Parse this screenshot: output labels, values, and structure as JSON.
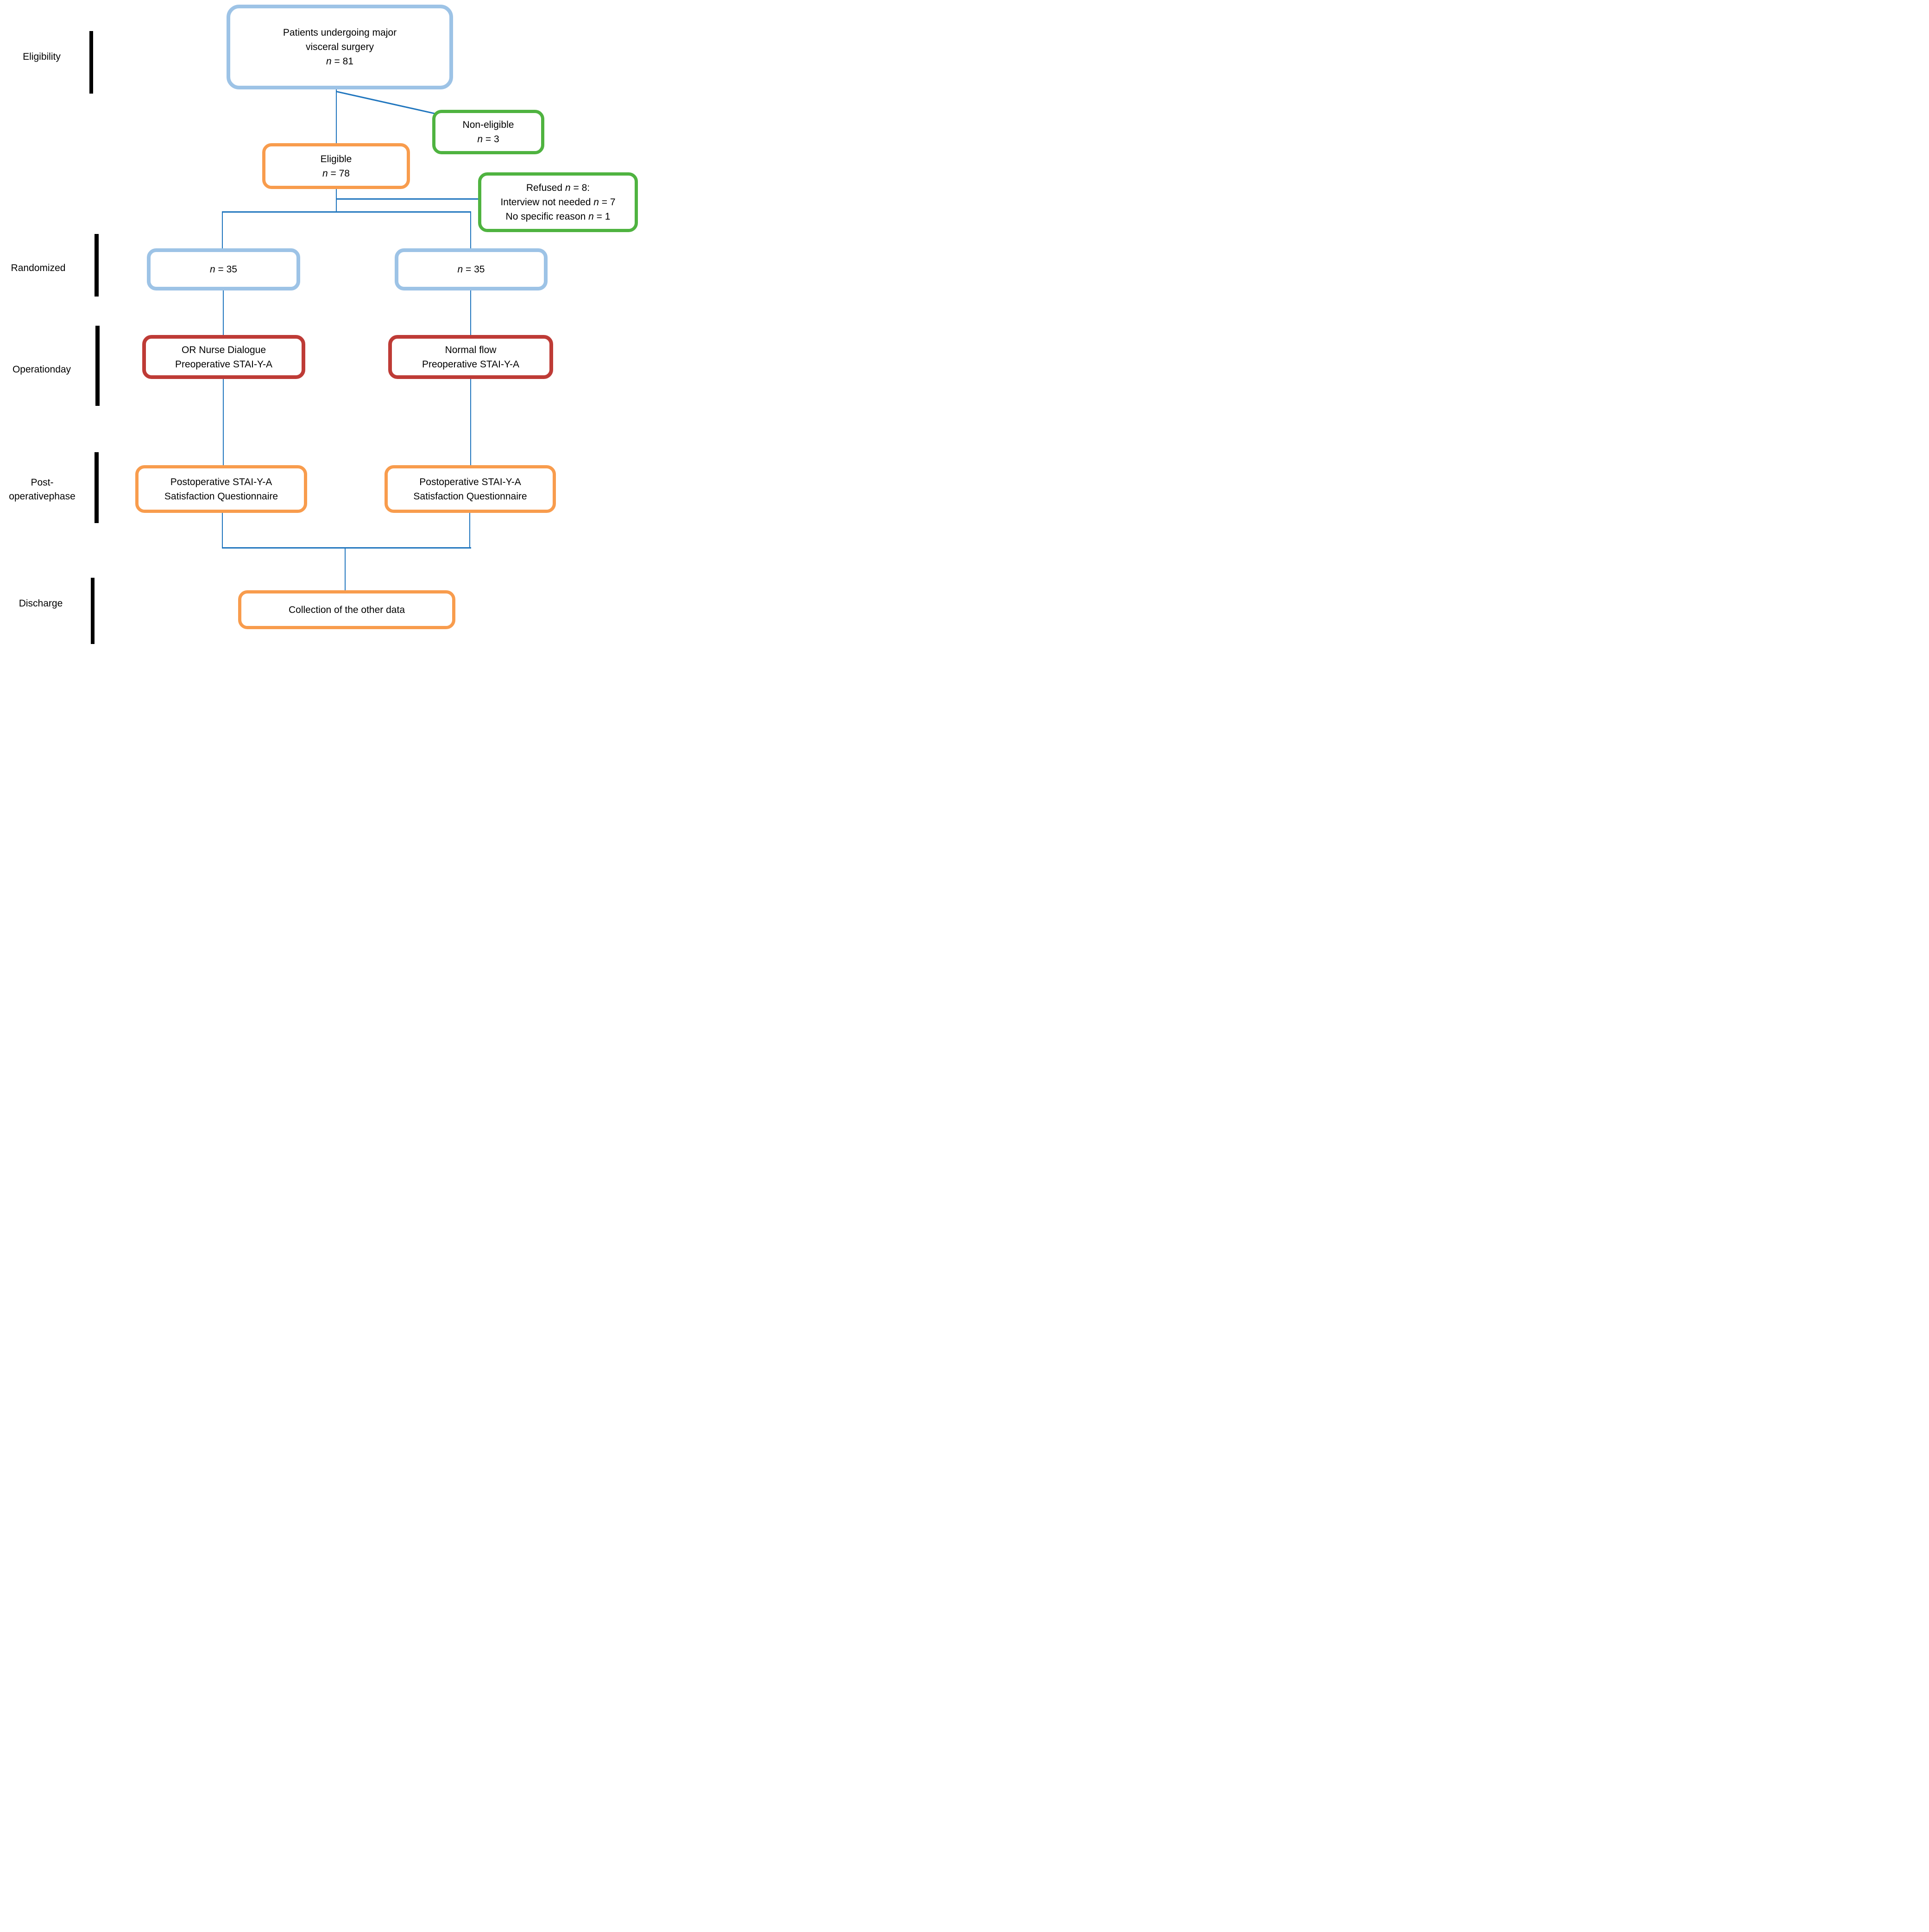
{
  "figure": {
    "title_semantic": "CONSORT-style patient flow diagram",
    "stage_labels": {
      "eligibility": {
        "lines": [
          "Eligibility"
        ]
      },
      "randomized": {
        "lines": [
          "Randomized"
        ]
      },
      "operation_day": {
        "lines": [
          "Operation",
          "day"
        ]
      },
      "postoperative_phase": {
        "lines": [
          "Post-",
          "operative",
          "phase"
        ]
      },
      "discharge": {
        "lines": [
          "Discharge"
        ]
      }
    },
    "boxes": {
      "patients": {
        "lines": [
          "Patients undergoing major",
          "visceral surgery",
          "n = 81"
        ],
        "border_color": "#9DC3E6"
      },
      "non_eligible": {
        "lines": [
          "Non-eligible",
          "n = 3"
        ],
        "border_color": "#4FB340"
      },
      "eligible": {
        "lines": [
          "Eligible",
          "n = 78"
        ],
        "border_color": "#F89C4D"
      },
      "refused": {
        "lines": [
          "Refused n = 8:",
          "Interview not needed n = 7",
          "No specific reason n = 1"
        ],
        "border_color": "#4FB340"
      },
      "randomized_left": {
        "lines": [
          "n = 35"
        ],
        "border_color": "#9DC3E6"
      },
      "randomized_right": {
        "lines": [
          "n = 35"
        ],
        "border_color": "#9DC3E6"
      },
      "or_nurse_dialogue": {
        "lines": [
          "OR Nurse Dialogue",
          "Preoperative STAI-Y-A"
        ],
        "border_color": "#BE3B36"
      },
      "normal_flow": {
        "lines": [
          "Normal flow",
          "Preoperative STAI-Y-A"
        ],
        "border_color": "#BE3B36"
      },
      "postop_left": {
        "lines": [
          "Postoperative STAI-Y-A",
          "Satisfaction Questionnaire"
        ],
        "border_color": "#F89C4D"
      },
      "postop_right": {
        "lines": [
          "Postoperative STAI-Y-A",
          "Satisfaction Questionnaire"
        ],
        "border_color": "#F89C4D"
      },
      "collection": {
        "lines": [
          "Collection of the other data"
        ],
        "border_color": "#F89C4D"
      }
    },
    "colors": {
      "connector_line": "#2176BE",
      "stage_bar": "#000000",
      "accent_blue": "#9DC3E6",
      "accent_orange": "#F89C4D",
      "accent_green": "#4FB340",
      "accent_red": "#BE3B36",
      "text": "#000000",
      "background": "#FFFFFF"
    }
  }
}
